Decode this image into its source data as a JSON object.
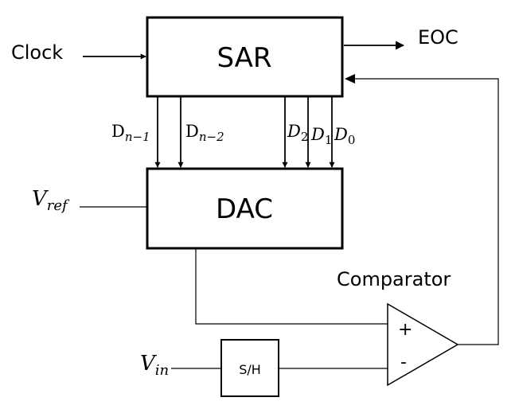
{
  "blocks": {
    "sar": "SAR",
    "dac": "DAC",
    "sample_hold": "S/H"
  },
  "signals": {
    "clock": "Clock",
    "eoc": "EOC",
    "comparator": "Comparator",
    "plus": "+",
    "minus": "-"
  },
  "inputs": {
    "vref": {
      "base": "V",
      "sub": "ref"
    },
    "vin": {
      "base": "V",
      "sub": "in"
    }
  },
  "bits": {
    "dn1": {
      "base": "D",
      "sub": "n−1"
    },
    "dn2": {
      "base": "D",
      "sub": "n−2"
    },
    "d2": {
      "base": "D",
      "sub": "2"
    },
    "d1": {
      "base": "D",
      "sub": "1"
    },
    "d0": {
      "base": "D",
      "sub": "0"
    }
  }
}
